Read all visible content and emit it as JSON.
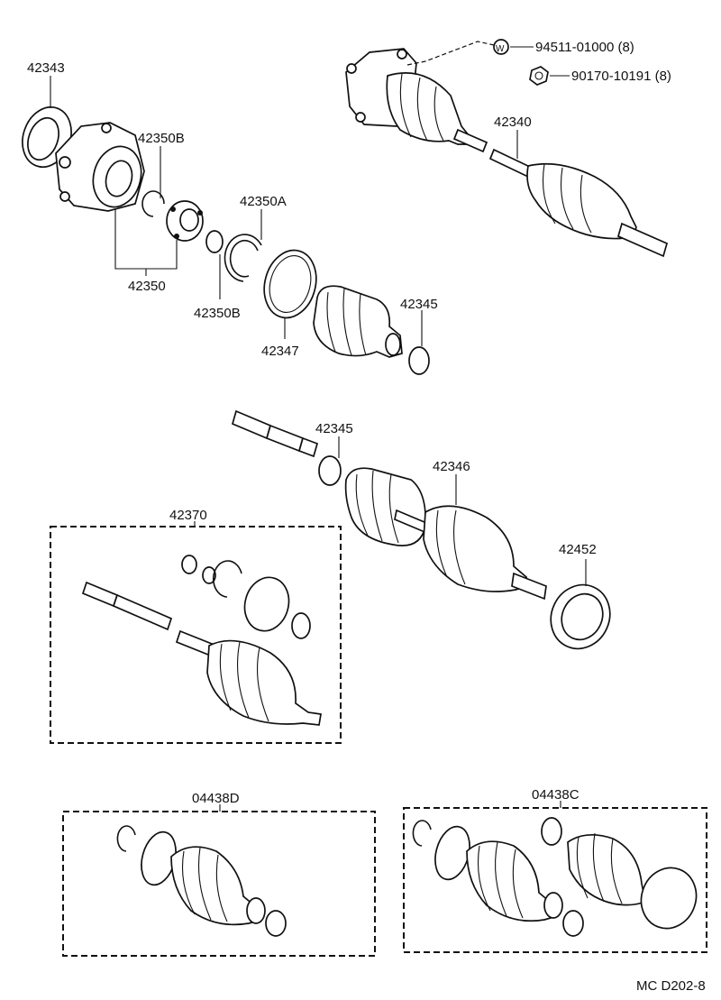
{
  "labels": {
    "p42343": "42343",
    "p42350B_top": "42350B",
    "p42350": "42350",
    "p42350A": "42350A",
    "p42350B_bottom": "42350B",
    "p42347": "42347",
    "p42345_top": "42345",
    "p42340": "42340",
    "p94511": "94511-01000 (8)",
    "p90170": "90170-10191 (8)",
    "washer_symbol": "W",
    "p42345_mid": "42345",
    "p42346": "42346",
    "p42370": "42370",
    "p42452": "42452",
    "p04438D": "04438D",
    "p04438C": "04438C",
    "figure_code": "MC D202-8"
  },
  "colors": {
    "ink": "#111111",
    "paper": "#ffffff"
  }
}
